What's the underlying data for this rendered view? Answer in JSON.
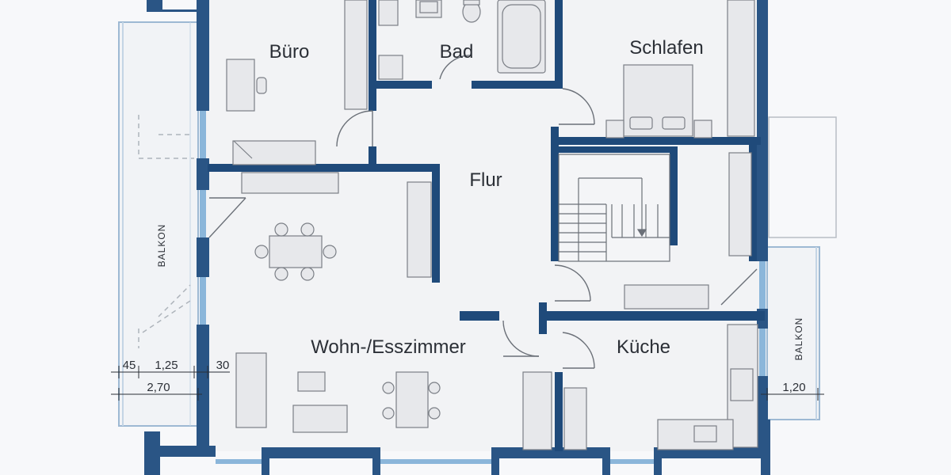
{
  "rooms": {
    "buero": "Büro",
    "bad": "Bad",
    "schlafen": "Schlafen",
    "flur": "Flur",
    "wohn": "Wohn-/Esszimmer",
    "kueche": "Küche"
  },
  "balconies": {
    "left": "BALKON",
    "right": "BALKON"
  },
  "dimensions": {
    "d45": "45",
    "d125": "1,25",
    "d30": "30",
    "d270": "2,70",
    "d120": "1,20"
  },
  "colors": {
    "wall": "#2a5585",
    "wall_inner": "#1f4a7a",
    "window": "#8bb6da",
    "floor": "#f2f3f5",
    "furniture_fill": "#e7e8eb",
    "furniture_stroke": "#7b7f86"
  }
}
